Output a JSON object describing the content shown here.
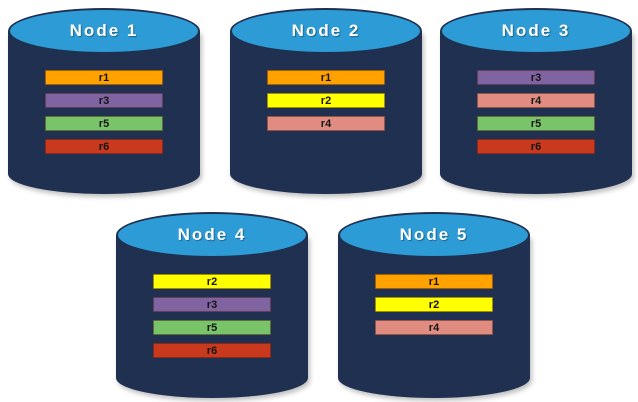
{
  "diagram": {
    "colors": {
      "cylinder_body": "#1F3050",
      "cylinder_top": "#2D9BD5",
      "node_label_text": "#FFFFFF",
      "record_label_text": "#151515"
    },
    "record_colors": {
      "r1": "#FFA200",
      "r2": "#FFFF00",
      "r3": "#8064A2",
      "r4": "#E08C80",
      "r5": "#79C368",
      "r6": "#C8391E"
    },
    "nodes": [
      {
        "label": "Node 1",
        "records": [
          "r1",
          "r3",
          "r5",
          "r6"
        ]
      },
      {
        "label": "Node 2",
        "records": [
          "r1",
          "r2",
          "r4"
        ]
      },
      {
        "label": "Node 3",
        "records": [
          "r3",
          "r4",
          "r5",
          "r6"
        ]
      },
      {
        "label": "Node 4",
        "records": [
          "r2",
          "r3",
          "r5",
          "r6"
        ]
      },
      {
        "label": "Node 5",
        "records": [
          "r1",
          "r2",
          "r4"
        ]
      }
    ]
  }
}
